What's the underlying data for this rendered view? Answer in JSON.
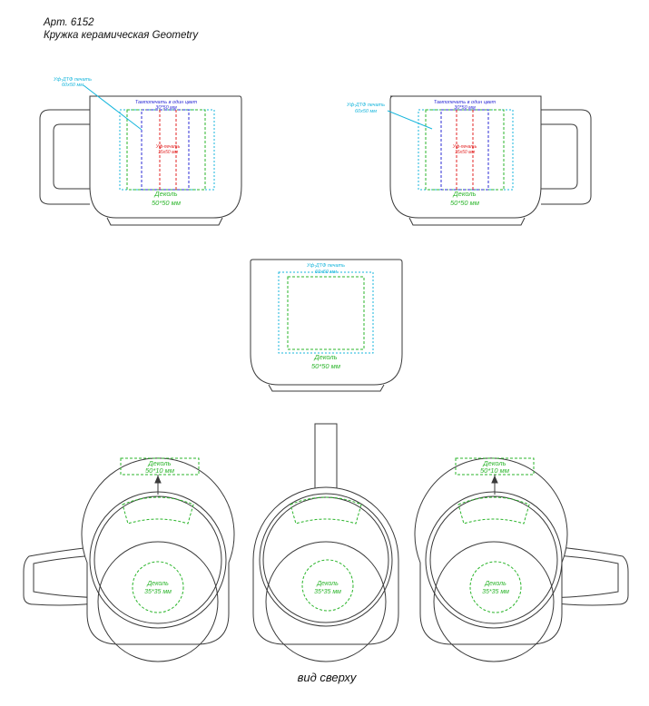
{
  "header": {
    "article": "Арт. 6152",
    "product": "Кружка керамическая Geometry"
  },
  "labels": {
    "uv_dtf": "Уф-ДТФ печать",
    "uv_dtf_size": "60х50 мм",
    "pad_print": "Тампопечать в один цвет",
    "pad_print_size": "30*50 мм",
    "uv_print": "Уф-печать",
    "uv_print_size": "15х50 мм",
    "decal": "Деколь",
    "decal_side_size": "50*50 мм",
    "decal_rim_size": "50*10 мм",
    "decal_bottom_size": "35*35 мм"
  },
  "caption": "вид сверху",
  "colors": {
    "outline": "#3a3a3a",
    "decal": "#2bb52b",
    "pad_print": "#2d2dd6",
    "uv_dtf": "#17b6dc",
    "uv_print": "#e32424"
  }
}
